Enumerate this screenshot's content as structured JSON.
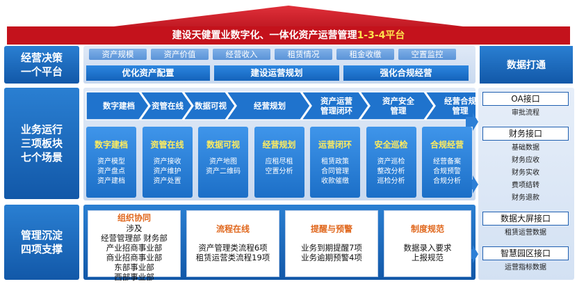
{
  "title": {
    "main": "建设天健置业数字化、一体化资产运营管理",
    "highlight": "1-3-4平台"
  },
  "sections": {
    "decision": "经营决策\n一个平台",
    "business": "业务运行\n三项板块\n七个场景",
    "management": "管理沉淀\n四项支撑"
  },
  "top_tags": [
    "资产规模",
    "资产价值",
    "经营收入",
    "租赁情况",
    "租金收缴",
    "空置监控"
  ],
  "strategies": [
    "优化资产配置",
    "建设运营规划",
    "强化合规经营"
  ],
  "chevrons": [
    {
      "label": "数字建档"
    },
    {
      "label": "资管在线"
    },
    {
      "label": "数据可视"
    },
    {
      "label": "经营规划"
    },
    {
      "label": "资产运营\n管理闭环"
    },
    {
      "label": "资产安全\n管理"
    },
    {
      "label": "经营合规\n管理"
    }
  ],
  "scenarios": [
    {
      "title": "数字建档",
      "items": "资产模型\n资产盘点\n资产建档"
    },
    {
      "title": "资管在线",
      "items": "资产接收\n资产维护\n资产处置"
    },
    {
      "title": "数据可视",
      "items": "资产地图\n资产二维码"
    },
    {
      "title": "经营规划",
      "items": "应租尽租\n空置分析"
    },
    {
      "title": "运营闭环",
      "items": "租赁政策\n合同管理\n收款催缴"
    },
    {
      "title": "安全巡检",
      "items": "资产巡检\n整改分析\n巡检分析"
    },
    {
      "title": "合规经营",
      "items": "经营备案\n合规预警\n合规分析"
    }
  ],
  "management": [
    {
      "title": "组织协同",
      "items": "涉及\n经营管理部 财务部\n产业招商事业部\n商业招商事业部\n东部事业部\n西部事业部"
    },
    {
      "title": "流程在线",
      "items": "资产管理类流程6项\n租赁运营类流程19项"
    },
    {
      "title": "提醒与预警",
      "items": "业务到期提醒7项\n业务逾期预警4项"
    },
    {
      "title": "制度规范",
      "items": "数据录入要求\n上报规范"
    }
  ],
  "right": {
    "header": "数据打通",
    "interfaces": [
      {
        "name": "OA接口",
        "items": [
          "审批流程"
        ]
      },
      {
        "name": "财务接口",
        "items": [
          "基础数据",
          "财务应收",
          "财务实收",
          "费项结转",
          "财务退款"
        ]
      },
      {
        "name": "数据大屏接口",
        "items": [
          "租赁运营数据"
        ]
      },
      {
        "name": "智慧园区接口",
        "items": [
          "运营指标数据"
        ]
      }
    ]
  },
  "colors": {
    "roof": "#c4121c",
    "primary_blue": "#1563b8",
    "highlight_yellow": "#ffe14d",
    "mgmt_title_orange": "#e0681e"
  }
}
